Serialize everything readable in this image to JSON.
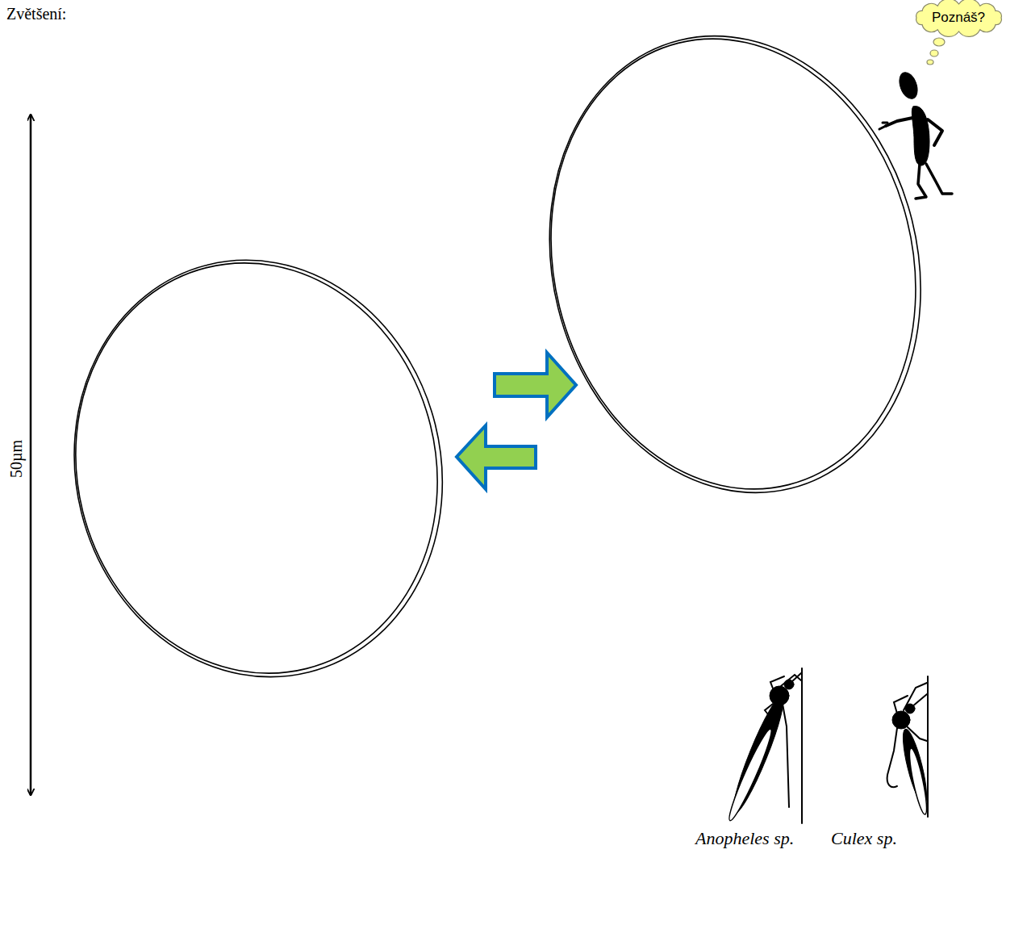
{
  "diagram": {
    "nodes": [
      {
        "text": [
          "Poznáš?"
        ]
      }
    ],
    "labels": [
      "Zvětšení:",
      "50µm",
      "Anopheles sp.",
      "Culex sp."
    ]
  }
}
